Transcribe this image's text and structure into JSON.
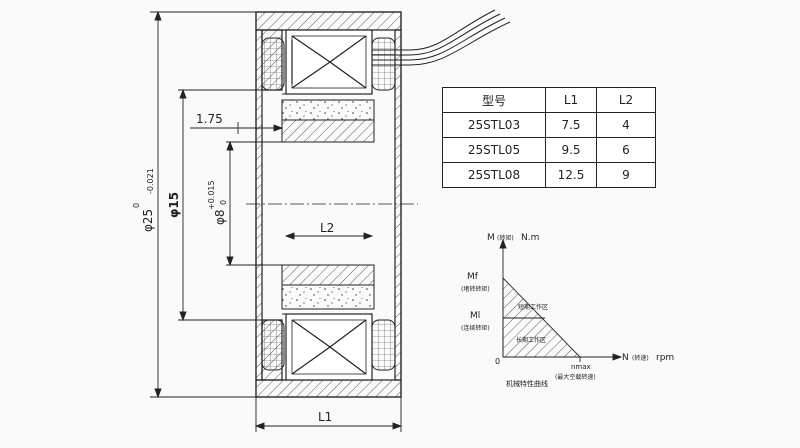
{
  "dimensions": {
    "outer_dia": "φ25",
    "outer_tol_upper": "0",
    "outer_tol_lower": "-0.021",
    "mid_dia": "φ15",
    "bore_dia": "φ8",
    "bore_tol_upper": "+0.015",
    "bore_tol_lower": "0",
    "step": "1.75",
    "l1": "L1",
    "l2": "L2"
  },
  "table": {
    "headers": [
      "型号",
      "L1",
      "L2"
    ],
    "rows": [
      [
        "25STL03",
        "7.5",
        "4"
      ],
      [
        "25STL05",
        "9.5",
        "6"
      ],
      [
        "25STL08",
        "12.5",
        "9"
      ]
    ]
  },
  "curve": {
    "y_axis_label": "M",
    "y_axis_note": "(转矩)",
    "y_axis_unit": "N.m",
    "x_axis_label": "N",
    "x_axis_note": "(转速)",
    "x_axis_unit": "rpm",
    "mf_label": "Mf",
    "mf_note": "(堵转转矩)",
    "ml_label": "Ml",
    "ml_note": "(连续转矩)",
    "origin": "0",
    "nmax_label": "nmax",
    "nmax_note": "(最大空载转速)",
    "zone_short": "短期工作区",
    "zone_long": "长期工作区",
    "title": "机械特性曲线"
  },
  "colors": {
    "line": "#222222",
    "hatch": "#333333",
    "paper": "#fafafa"
  }
}
